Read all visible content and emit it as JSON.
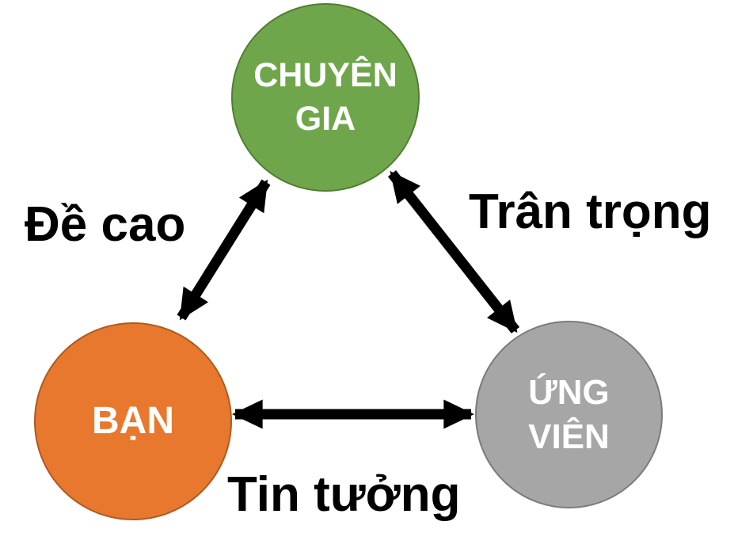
{
  "diagram": {
    "background": "#FFFFFF",
    "label_color": "#000000",
    "arrow_color": "#000000",
    "nodes": [
      {
        "id": "chuyen-gia",
        "label": "CHUYÊN GIA",
        "lines": [
          "CHUYÊN",
          "GIA"
        ],
        "fill": "#6FA64C",
        "border": "#507E32",
        "text_color": "#FFFFFF"
      },
      {
        "id": "ban",
        "label": "BẠN",
        "lines": [
          "BẠN"
        ],
        "fill": "#E8782E",
        "border": "#AE5A21",
        "text_color": "#FFFFFF"
      },
      {
        "id": "ung-vien",
        "label": "ỨNG VIÊN",
        "lines": [
          "ỨNG",
          "VIÊN"
        ],
        "fill": "#A6A6A6",
        "border": "#7B7B7B",
        "text_color": "#FFFFFF"
      }
    ],
    "edges": [
      {
        "between": [
          "ban",
          "chuyen-gia"
        ],
        "label": "Đề cao",
        "style": "double-arrow"
      },
      {
        "between": [
          "chuyen-gia",
          "ung-vien"
        ],
        "label": "Trân trọng",
        "style": "double-arrow"
      },
      {
        "between": [
          "ban",
          "ung-vien"
        ],
        "label": "Tin tưởng",
        "style": "double-arrow"
      }
    ]
  }
}
